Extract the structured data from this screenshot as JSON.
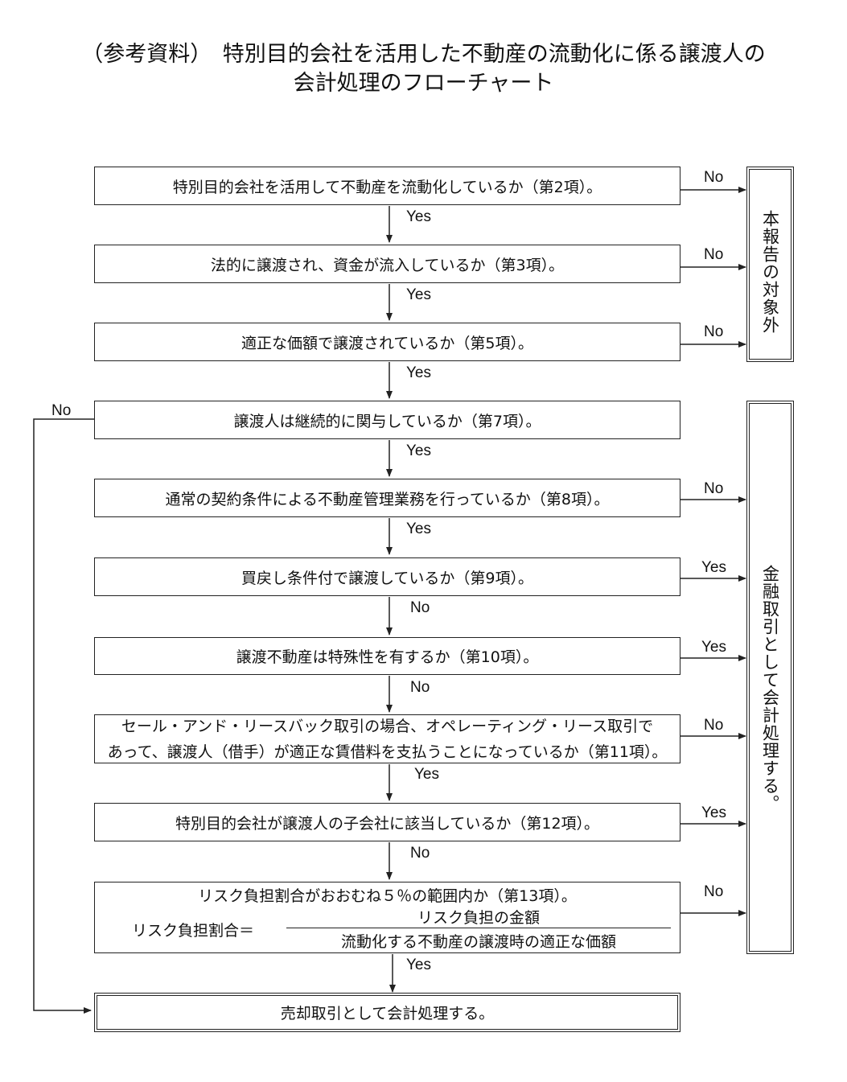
{
  "title": {
    "line1": "（参考資料）　特別目的会社を活用した不動産の流動化に係る譲渡人の",
    "line2": "会計処理のフローチャート"
  },
  "steps": [
    {
      "text": "特別目的会社を活用して不動産を流動化しているか（第2項）。"
    },
    {
      "text": "法的に譲渡され、資金が流入しているか（第3項）。"
    },
    {
      "text": "適正な価額で譲渡されているか（第5項）。"
    },
    {
      "text": "譲渡人は継続的に関与しているか（第7項）。"
    },
    {
      "text": "通常の契約条件による不動産管理業務を行っているか（第8項）。"
    },
    {
      "text": "買戻し条件付で譲渡しているか（第9項）。"
    },
    {
      "text": "譲渡不動産は特殊性を有するか（第10項）。"
    },
    {
      "text_line1": "セール・アンド・リースバック取引の場合、オペレーティング・リース取引で",
      "text_line2": "あって、譲渡人（借手）が適正な賃借料を支払うことになっているか（第11項）。"
    },
    {
      "text": "特別目的会社が譲渡人の子会社に該当しているか（第12項）。"
    },
    {
      "text": "リスク負担割合がおおむね５％の範囲内か（第13項）。",
      "formula_label": "リスク負担割合＝",
      "numerator": "リスク負担の金額",
      "denominator": "流動化する不動産の譲渡時の適正な価額"
    }
  ],
  "final_box": "売却取引として会計処理する。",
  "side_boxes": {
    "out_of_scope": "本報告の対象外",
    "financial": "金融取引として会計処理する。"
  },
  "down_labels": [
    "Yes",
    "Yes",
    "Yes",
    "Yes",
    "Yes",
    "No",
    "No",
    "Yes",
    "No",
    "Yes"
  ],
  "right_labels": [
    "No",
    "No",
    "No",
    "No",
    "Yes",
    "Yes",
    "No",
    "Yes",
    "No"
  ],
  "left_label": "No"
}
